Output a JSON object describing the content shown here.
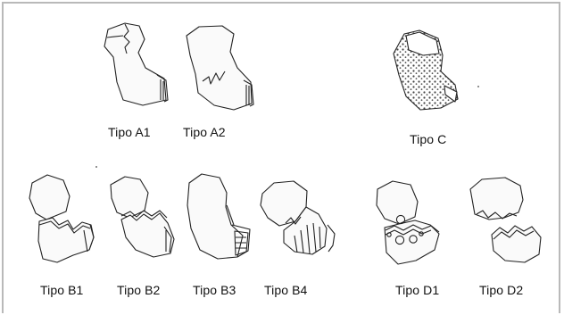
{
  "figure": {
    "labels": {
      "a1": "Tipo A1",
      "a2": "Tipo A2",
      "c": "Tipo C",
      "b1": "Tipo B1",
      "b2": "Tipo B2",
      "b3": "Tipo B3",
      "b4": "Tipo B4",
      "d1": "Tipo D1",
      "d2": "Tipo D2"
    }
  },
  "colors": {
    "frame": "#b9b9b9",
    "ink": "#222222",
    "text": "#111111"
  }
}
